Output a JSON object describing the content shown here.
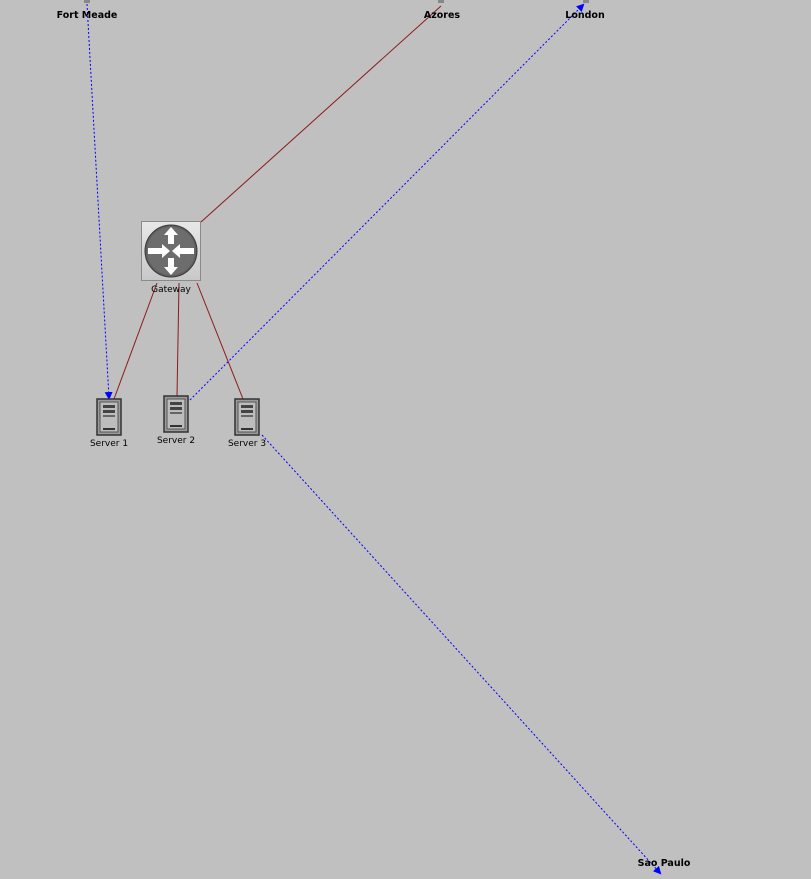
{
  "nodes": {
    "gateway": {
      "label": "Gateway",
      "icon": "router-icon"
    },
    "server1": {
      "label": "Server 1",
      "icon": "server-icon"
    },
    "server2": {
      "label": "Server 2",
      "icon": "server-icon"
    },
    "server3": {
      "label": "Server 3",
      "icon": "server-icon"
    },
    "fort_meade": {
      "label": "Fort Meade"
    },
    "azores": {
      "label": "Azores"
    },
    "london": {
      "label": "London"
    },
    "sao_paulo": {
      "label": "Sao Paulo"
    }
  },
  "colors": {
    "background": "#c0c0c0",
    "wired_link": "#8b1a1a",
    "wireless_link": "#0000ff"
  }
}
